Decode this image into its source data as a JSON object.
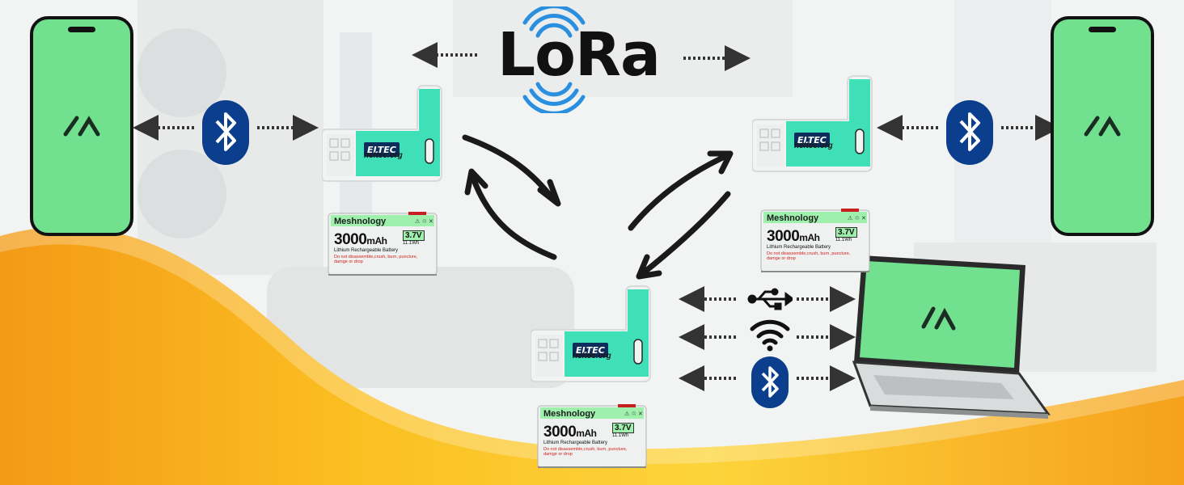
{
  "protocol_title": "LoRa",
  "nodes": [
    {
      "label": "heltec.org",
      "brand_icon": "heltec-logo"
    },
    {
      "label": "heltec.org",
      "brand_icon": "heltec-logo"
    },
    {
      "label": "heltec.org",
      "brand_icon": "heltec-logo"
    }
  ],
  "batteries": [
    {
      "brand": "Meshnology",
      "capacity": "3000",
      "unit": "mAh",
      "voltage": "3.7V",
      "energy": "11.1Wh",
      "type": "Lithium Rechargeable Battery",
      "warning": "Do not disassemble,crush, burn, puncture, damge or drop"
    },
    {
      "brand": "Meshnology",
      "capacity": "3000",
      "unit": "mAh",
      "voltage": "3.7V",
      "energy": "11.1Wh",
      "type": "Lithium Rechargeable Battery",
      "warning": "Do not disassemble,crush, burn, puncture, damge or drop"
    },
    {
      "brand": "Meshnology",
      "capacity": "3000",
      "unit": "mAh",
      "voltage": "3.7V",
      "energy": "11.1Wh",
      "type": "Lithium Rechargeable Battery",
      "warning": "Do not disassemble,crush, burn, puncture, damge or drop"
    }
  ],
  "connection_icons": [
    "bluetooth-icon",
    "bluetooth-icon",
    "usb-icon",
    "wifi-icon",
    "bluetooth-icon",
    "lora-signal-icon"
  ],
  "app_logo": "meshtastic-logo",
  "colors": {
    "screen": "#71e08f",
    "node": "#3fe0b8",
    "accent_orange": "#f6a21c",
    "accent_yellow": "#fcd33a",
    "bluetooth": "#0b3f8e",
    "signal": "#2a8fde"
  }
}
